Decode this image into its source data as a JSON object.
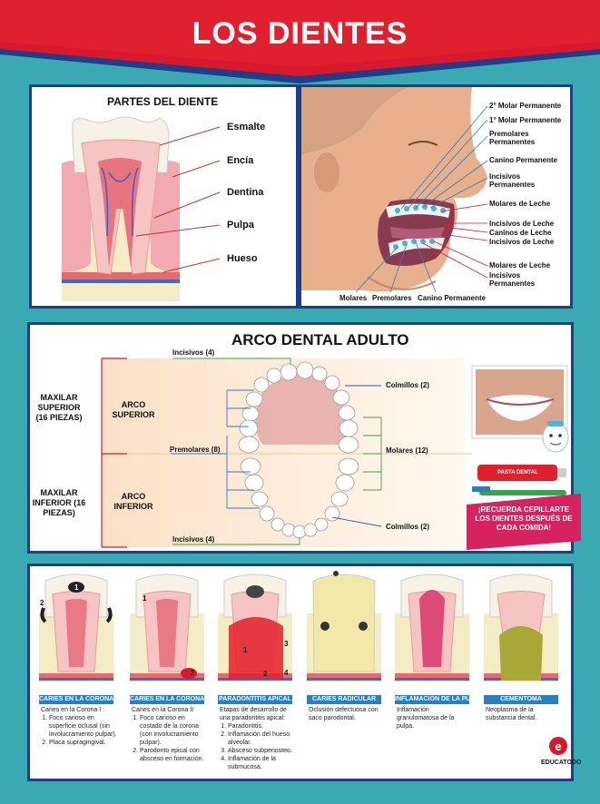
{
  "title": "LOS DIENTES",
  "colors": {
    "teal": "#3aa9b1",
    "navy": "#1d3e8a",
    "banner_red": "#d8182c",
    "label_blue": "#2a7fc4",
    "callout_pink": "#d6225e"
  },
  "partes": {
    "title": "PARTES DEL DIENTE",
    "labels": [
      "Esmalte",
      "Encía",
      "Dentina",
      "Pulpa",
      "Hueso"
    ]
  },
  "nino": {
    "upper_labels": [
      "2° Molar Permanente",
      "1° Molar Permanente",
      "Premolares Permanentes",
      "Canino Permanente",
      "Incisivos Permanentes",
      "Molares de Leche",
      "Incisivos de Leche",
      "Caninos de Leche",
      "Incisivos de Leche",
      "Molares de Leche",
      "Incisivos Permanentes"
    ],
    "bottom_labels": [
      "Molares",
      "Premolares",
      "Canino Permanente"
    ]
  },
  "arco": {
    "title": "ARCO DENTAL ADULTO",
    "maxilar_superior": "MAXILAR SUPERIOR (16 PIEZAS)",
    "maxilar_inferior": "MAXILAR INFERIOR (16 PIEZAS)",
    "arco_superior": "ARCO SUPERIOR",
    "arco_inferior": "ARCO INFERIOR",
    "incisivos_top": "Incisivos (4)",
    "incisivos_bottom": "Incisivos (4)",
    "premolares": "Premolares (8)",
    "colmillos_top": "Colmillos (2)",
    "colmillos_bottom": "Colmillos (2)",
    "molares": "Molares (12)",
    "pasta_label": "PASTA DENTAL",
    "callout": "¡RECUERDA CEPILLARTE LOS DIENTES DESPUÉS DE CADA COMIDA!"
  },
  "conditions": [
    {
      "title": "CARIES EN LA CORONA I",
      "lines": [
        "Caries en la Corona I :"
      ],
      "items": [
        "Foco carioso en superficie oclusal (sin involucramiento pulpar).",
        "Placa supragingival."
      ],
      "markers": [
        "1",
        "2"
      ]
    },
    {
      "title": "CARIES EN LA CORONA II",
      "lines": [
        "Caries en la Corona II"
      ],
      "items": [
        "Foco carioso en costado de la corona (con involucramiento pulpar).",
        "Parodonto epical con absceso en formación."
      ],
      "markers": [
        "1",
        "2"
      ]
    },
    {
      "title": "PARADONTITIS APICAL",
      "lines": [
        "Etapas de desarrollo de una paradontitis apical:"
      ],
      "items": [
        "Paradontitis.",
        "Inflamación del hueso alveolar.",
        "Absceso subperiosteo.",
        "Inflamación de la submucosa."
      ],
      "markers": [
        "1",
        "2",
        "3",
        "4"
      ]
    },
    {
      "title": "CARIES RADICULAR",
      "lines": [
        "Oclusión defectuosa con saco parodontal."
      ],
      "items": []
    },
    {
      "title": "INFLAMACIÓN DE LA PULPA",
      "lines": [
        "Inflamación granulomatosa de la pulpa."
      ],
      "items": []
    },
    {
      "title": "CEMENTOMA",
      "lines": [
        "Neoplasma de la substancia dental."
      ],
      "items": []
    }
  ],
  "brand": "EDUCATODO"
}
